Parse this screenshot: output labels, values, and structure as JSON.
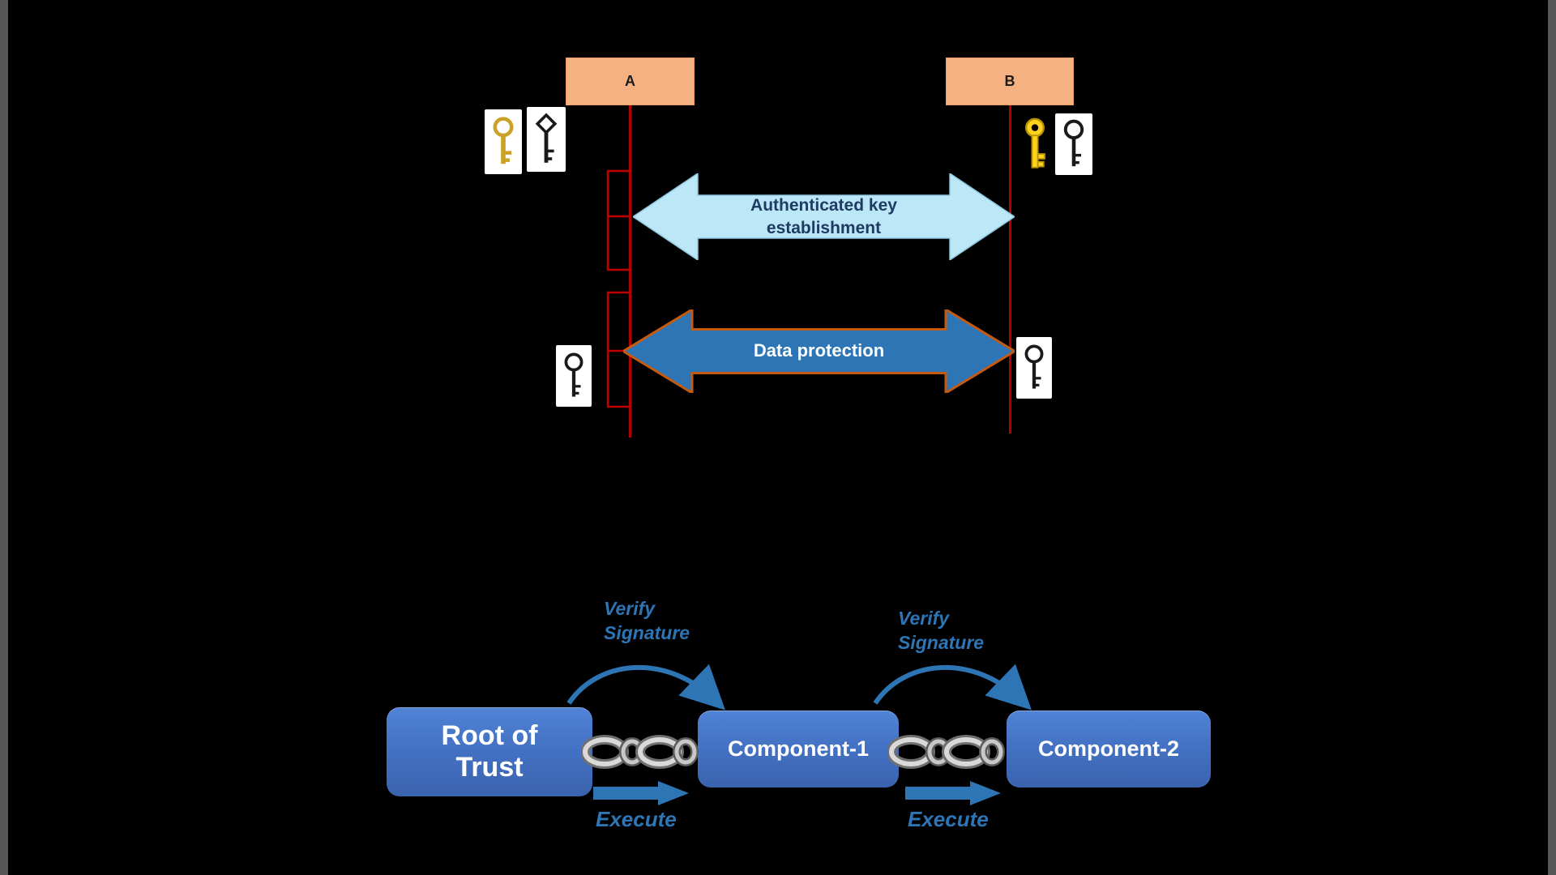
{
  "colors": {
    "background": "#000000",
    "entity_box_fill": "#f6b183",
    "lifeline": "#b30000",
    "auth_arrow_fill": "#bce7f6",
    "auth_arrow_text": "#1f3b63",
    "data_arrow_fill": "#2e75b6",
    "data_arrow_border": "#c55a11",
    "node_fill": "#4472c4",
    "accent_blue": "#2e75b6",
    "chain_silver": "#d9d9d9"
  },
  "sequence_diagram": {
    "entities": [
      {
        "label": "A"
      },
      {
        "label": "B"
      }
    ],
    "arrows": [
      {
        "label": "Authenticated key establishment"
      },
      {
        "label": "Data protection"
      }
    ],
    "icons": [
      {
        "name": "gold-key-icon"
      },
      {
        "name": "ornate-key-icon"
      },
      {
        "name": "yellow-key-icon"
      },
      {
        "name": "outline-key-icon"
      },
      {
        "name": "session-key-icon-a"
      },
      {
        "name": "session-key-icon-b"
      }
    ]
  },
  "chain_of_trust": {
    "nodes": [
      {
        "label": "Root of Trust"
      },
      {
        "label": "Component-1"
      },
      {
        "label": "Component-2"
      }
    ],
    "links": [
      {
        "verify_label": "Verify Signature",
        "execute_label": "Execute"
      },
      {
        "verify_label": "Verify Signature",
        "execute_label": "Execute"
      }
    ]
  }
}
